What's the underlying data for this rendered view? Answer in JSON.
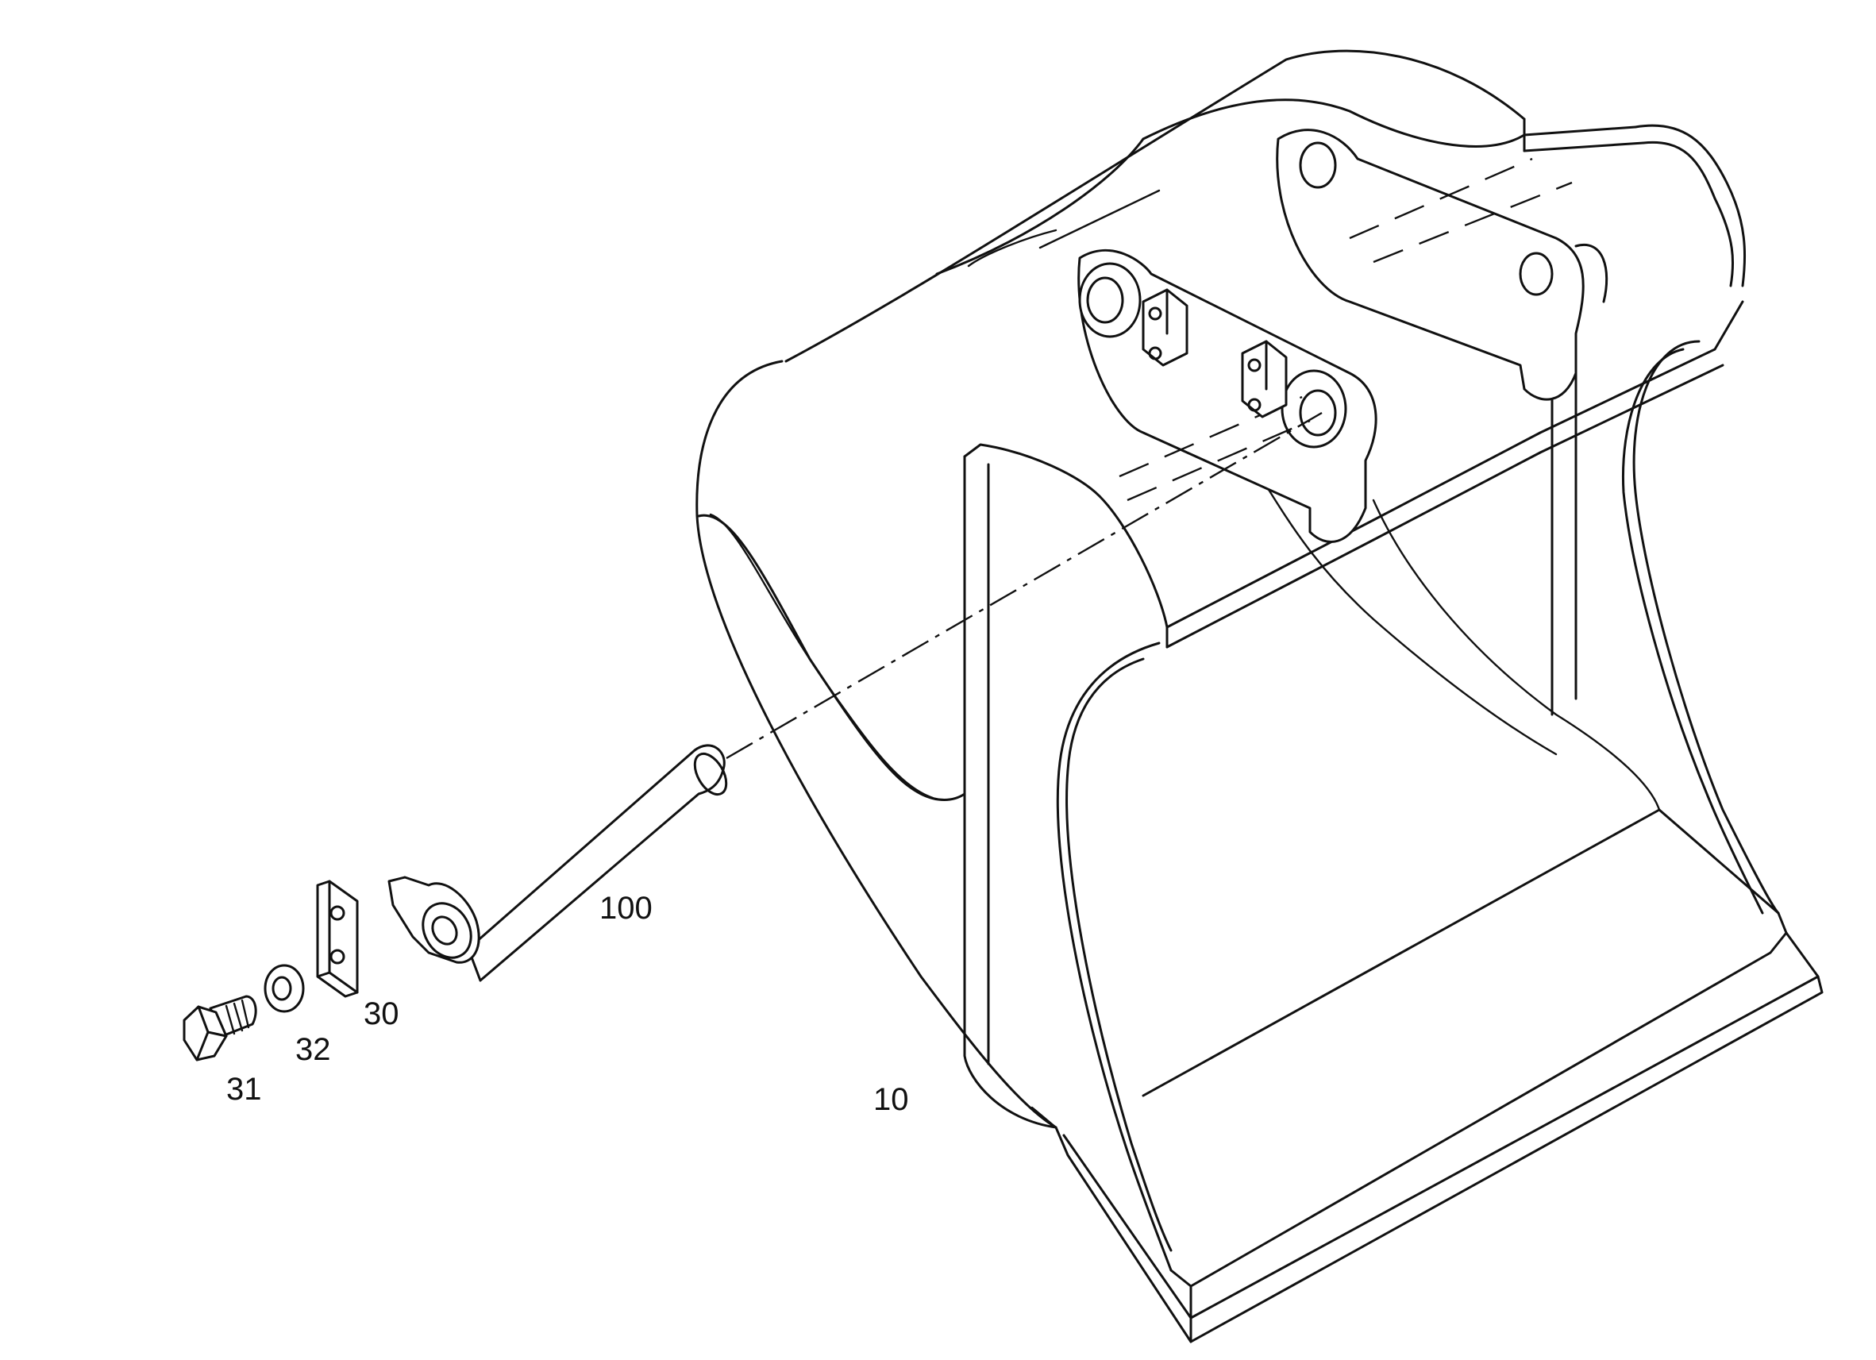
{
  "callouts": {
    "bucket": "10",
    "pin": "100",
    "plate": "30",
    "washer": "32",
    "bolt": "31"
  },
  "colors": {
    "line": "#111111",
    "background": "#ffffff"
  }
}
